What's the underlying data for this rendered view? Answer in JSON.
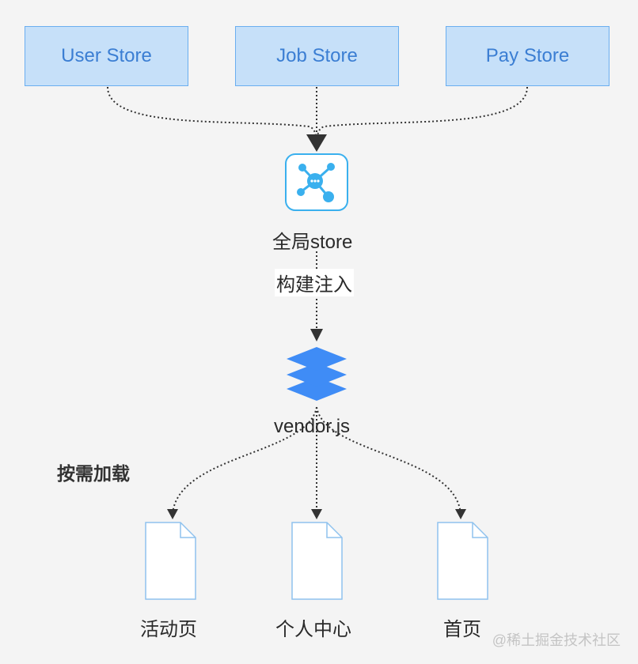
{
  "stores": [
    {
      "label": "User Store"
    },
    {
      "label": "Job Store"
    },
    {
      "label": "Pay Store"
    }
  ],
  "global_store": {
    "label": "全局store",
    "icon": "hub-network-icon"
  },
  "inject_label": "构建注入",
  "vendor": {
    "label": "vendor.js",
    "icon": "layers-stack-icon"
  },
  "on_demand_label": "按需加载",
  "pages": [
    {
      "label": "活动页",
      "icon": "document-icon"
    },
    {
      "label": "个人中心",
      "icon": "document-icon"
    },
    {
      "label": "首页",
      "icon": "document-icon"
    }
  ],
  "watermark": "@稀土掘金技术社区",
  "colors": {
    "store_fill": "#c6e0f9",
    "store_border": "#6aaef0",
    "store_text": "#3b7ed3",
    "hub_blue": "#3ab0ee",
    "layers_blue": "#3f8cf6",
    "connector": "#333333"
  }
}
